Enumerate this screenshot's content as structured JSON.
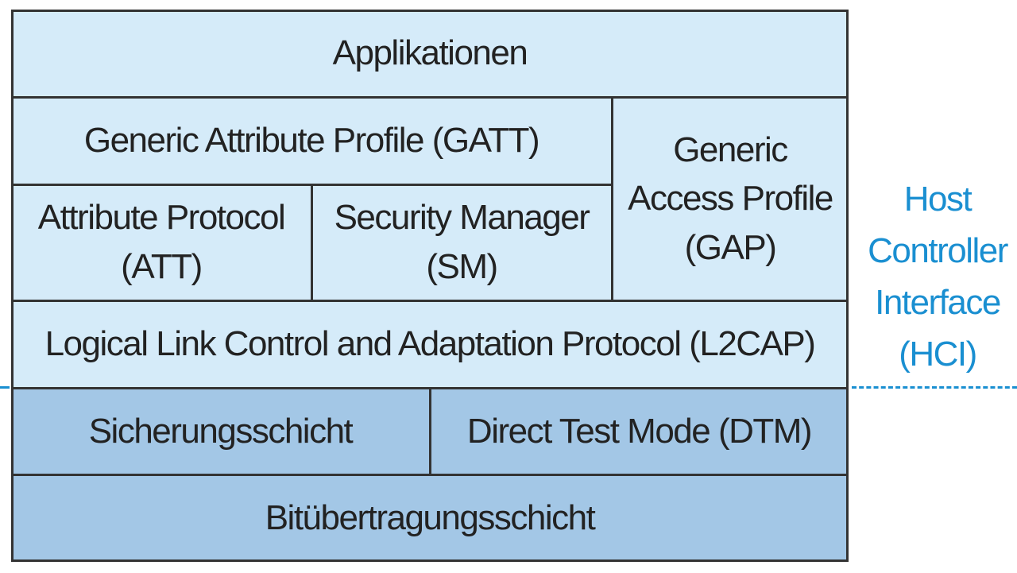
{
  "layers": {
    "applikationen": "Applikationen",
    "gatt": "Generic Attribute Profile (GATT)",
    "gap_line1": "Generic",
    "gap_line2": "Access Profile",
    "gap_line3": "(GAP)",
    "att_line1": "Attribute Protocol",
    "att_line2": "(ATT)",
    "sm_line1": "Security Manager",
    "sm_line2": "(SM)",
    "l2cap": "Logical Link Control and Adaptation Protocol (L2CAP)",
    "sicherung": "Sicherungsschicht",
    "dtm": "Direct Test Mode (DTM)",
    "bit": "Bitübertragungsschicht"
  },
  "hci": {
    "line1": "Host",
    "line2": "Controller",
    "line3": "Interface",
    "line4": "(HCI)"
  },
  "colors": {
    "host_fill": "#d5ebf9",
    "controller_fill": "#a3c7e6",
    "hci_accent": "#1a8fd1",
    "border": "#333333"
  }
}
